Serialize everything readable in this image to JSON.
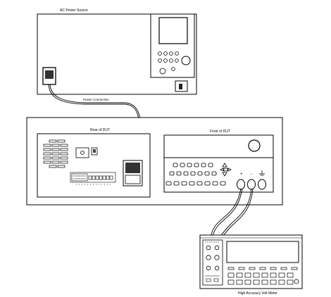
{
  "labels": {
    "ac_power_source": "AC Power Source",
    "power_connection": "Power Connection",
    "rear_of_dut": "Rear of DUT",
    "front_of_dut": "Front of DUT",
    "volt_meter": "High Accuracy Volt Meter",
    "plus": "+",
    "minus": "-"
  },
  "icons": {
    "ground": "ground-symbol-icon",
    "arrows": "arrow-keypad-icon"
  }
}
